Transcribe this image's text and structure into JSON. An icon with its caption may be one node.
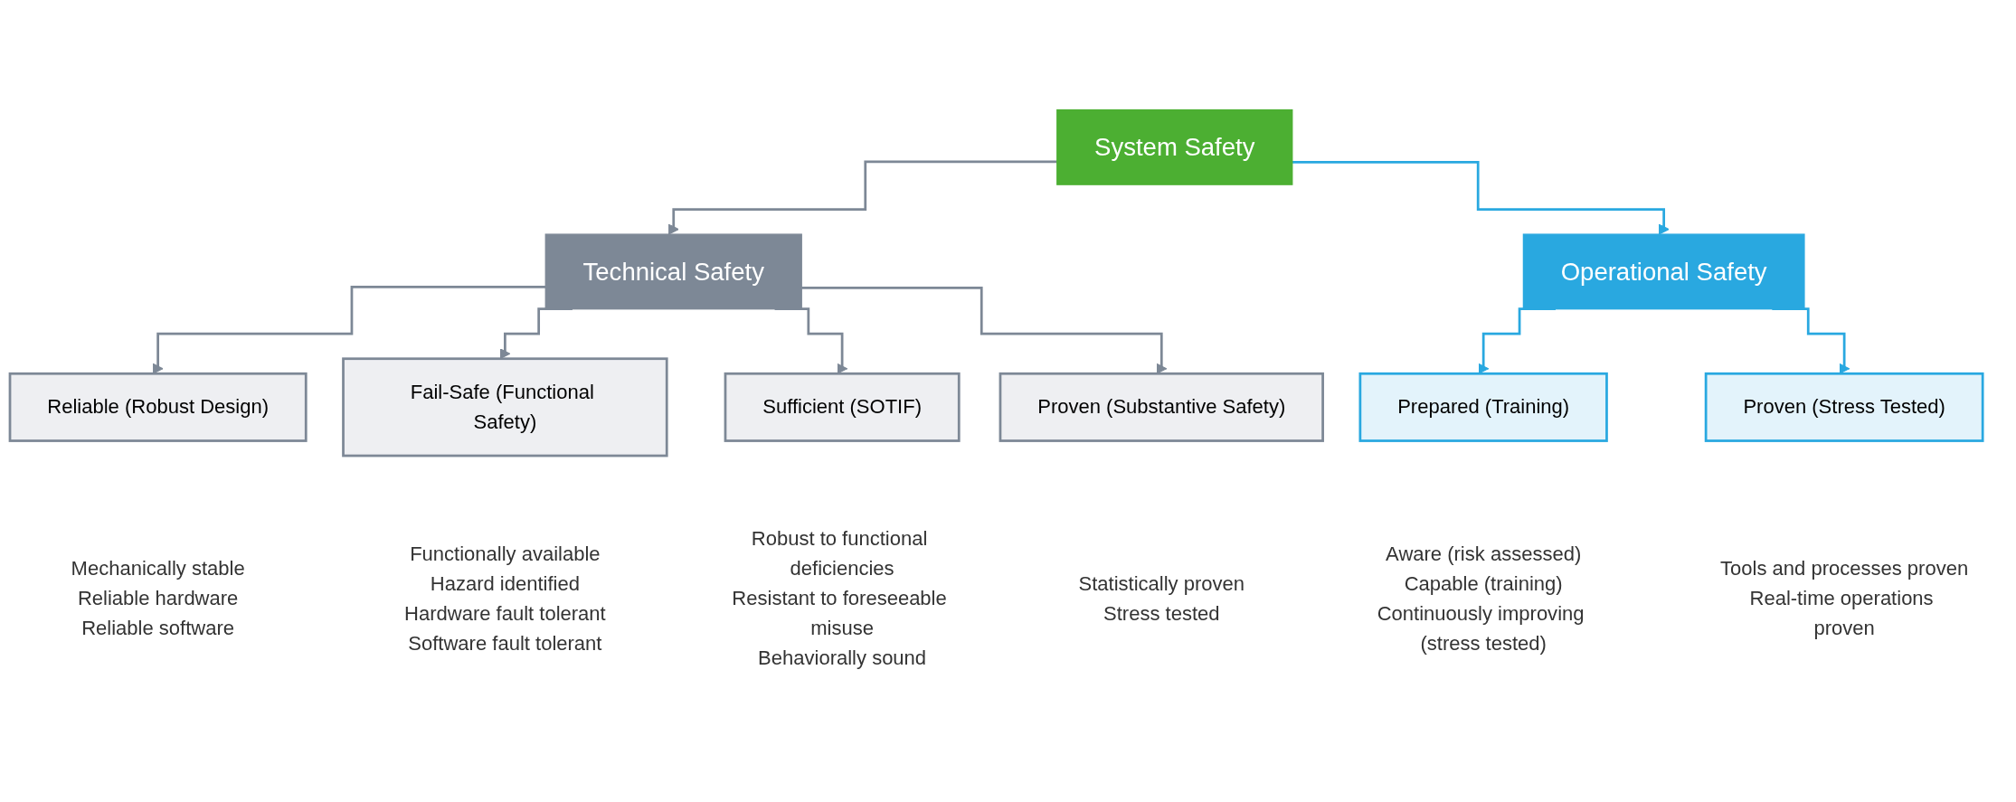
{
  "diagram": {
    "nodes": [
      {
        "text": [
          "System Safety"
        ]
      },
      {
        "text": [
          "Technical Safety"
        ]
      },
      {
        "text": [
          "Operational Safety"
        ]
      },
      {
        "text": [
          "Reliable (Robust Design)"
        ],
        "beside": [
          "Mechanically stable",
          "Reliable hardware",
          "Reliable software"
        ]
      },
      {
        "text": [
          "Fail-Safe (Functional Safety)"
        ],
        "beside": [
          "Functionally available",
          "Hazard identified",
          "Hardware fault tolerant",
          "Software fault tolerant"
        ]
      },
      {
        "text": [
          "Sufficient (SOTIF)"
        ],
        "beside": [
          "Robust to functional deficiencies",
          "Resistant to foreseeable misuse",
          "Behaviorally sound"
        ]
      },
      {
        "text": [
          "Proven (Substantive Safety)"
        ],
        "beside": [
          "Statistically proven",
          "Stress tested"
        ]
      },
      {
        "text": [
          "Prepared (Training)"
        ],
        "beside": [
          "Aware (risk assessed)",
          "Capable (training)",
          "Continuously improving (stress tested)"
        ]
      },
      {
        "text": [
          "Proven (Stress Tested)"
        ],
        "beside": [
          "Tools and processes proven",
          "Real-time operations proven"
        ]
      }
    ],
    "edges": [
      {
        "from": 0,
        "to": 1,
        "arrow": "to"
      },
      {
        "from": 0,
        "to": 2,
        "arrow": "to",
        "color": "#29a8e0"
      },
      {
        "from": 1,
        "to": 3,
        "arrow": "to"
      },
      {
        "from": 1,
        "to": 4,
        "arrow": "to"
      },
      {
        "from": 1,
        "to": 5,
        "arrow": "to"
      },
      {
        "from": 1,
        "to": 6,
        "arrow": "to"
      },
      {
        "from": 2,
        "to": 7,
        "arrow": "to",
        "color": "#29a8e0"
      },
      {
        "from": 2,
        "to": 8,
        "arrow": "to",
        "color": "#29a8e0"
      }
    ]
  }
}
